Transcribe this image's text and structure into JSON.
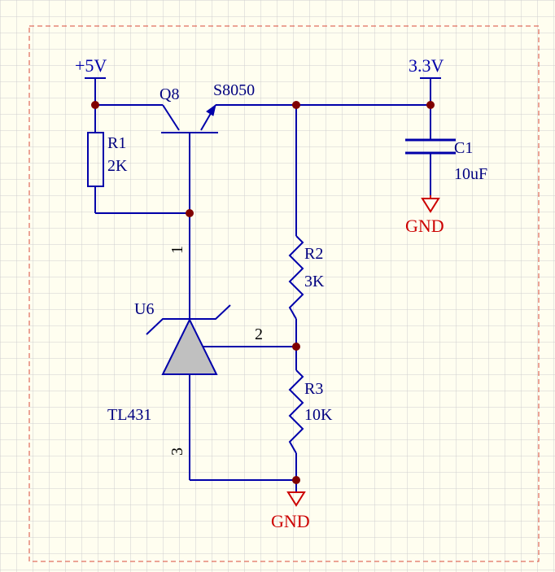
{
  "colors": {
    "background": "#fffef0",
    "grid": "#c8c8c8",
    "border": "#d84a3a",
    "wire": "#0000aa",
    "junction": "#800000",
    "label": "#000080",
    "power": "#0000aa",
    "ground": "#cc0000",
    "diode_fill": "#c0c0c0"
  },
  "power": {
    "vin": "+5V",
    "vout": "3.3V",
    "gnd_left": "GND",
    "gnd_right": "GND"
  },
  "transistor": {
    "ref": "Q8",
    "value": "S8050"
  },
  "resistors": [
    {
      "ref": "R1",
      "value": "2K"
    },
    {
      "ref": "R2",
      "value": "3K"
    },
    {
      "ref": "R3",
      "value": "10K"
    }
  ],
  "capacitor": {
    "ref": "C1",
    "value": "10uF"
  },
  "regulator": {
    "ref": "U6",
    "value": "TL431",
    "pins": [
      "1",
      "2",
      "3"
    ]
  }
}
